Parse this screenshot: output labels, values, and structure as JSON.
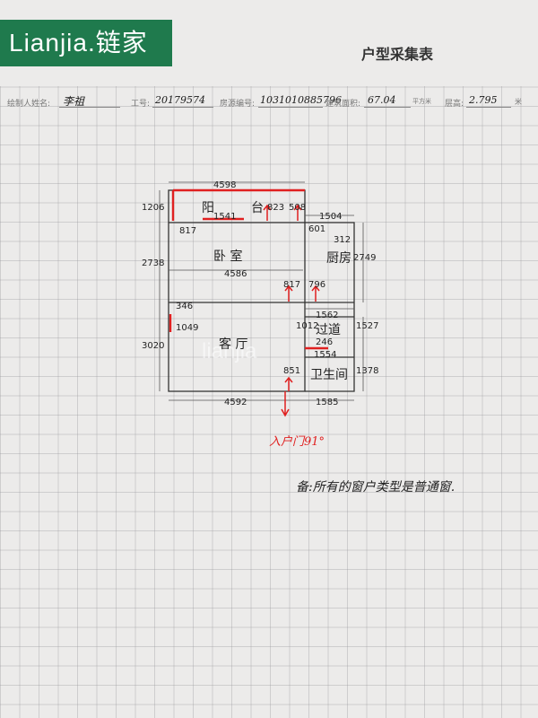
{
  "header": {
    "logo_text": "Lianjia.链家",
    "title": "户型采集表"
  },
  "info": {
    "drawer_label": "绘制人姓名:",
    "drawer_value": "李祖",
    "employee_label": "工号:",
    "employee_value": "20179574",
    "house_id_label": "房源编号:",
    "house_id_value": "1031010885796",
    "area_label": "建筑面积:",
    "area_value": "67.04",
    "area_unit": "平方米",
    "height_label": "层高:",
    "height_value": "2.795",
    "height_unit": "米"
  },
  "plan": {
    "dims": {
      "top_width": "4598",
      "top_left": "1206",
      "room1_left": "2738",
      "room2_left": "3020",
      "right_top": "1504",
      "right_mid": "2749",
      "right_b1": "1527",
      "right_b2": "1378",
      "bottom_left": "4592",
      "bottom_right": "1585",
      "bed_width": "4586",
      "hall_right": "1562",
      "corridor": "1554",
      "d_1541": "1541",
      "d_823": "823",
      "d_508": "508",
      "d_817a": "817",
      "d_601": "601",
      "d_312": "312",
      "d_817b": "817",
      "d_796": "796",
      "d_346": "346",
      "d_1049": "1049",
      "d_1012": "1012",
      "d_246": "246",
      "d_851": "851"
    },
    "rooms": {
      "balcony": "阳",
      "balcony_tai": "台",
      "bedroom": "卧  室",
      "kitchen": "厨房",
      "living": "客  厅",
      "corridor": "过道",
      "bathroom": "卫生间"
    },
    "entrance": "入户门91°"
  },
  "remark": "备:所有的窗户类型是普通窗.",
  "watermark": "lianjia",
  "colors": {
    "brand_green": "#1f7a4d",
    "red_mark": "#e02020"
  }
}
